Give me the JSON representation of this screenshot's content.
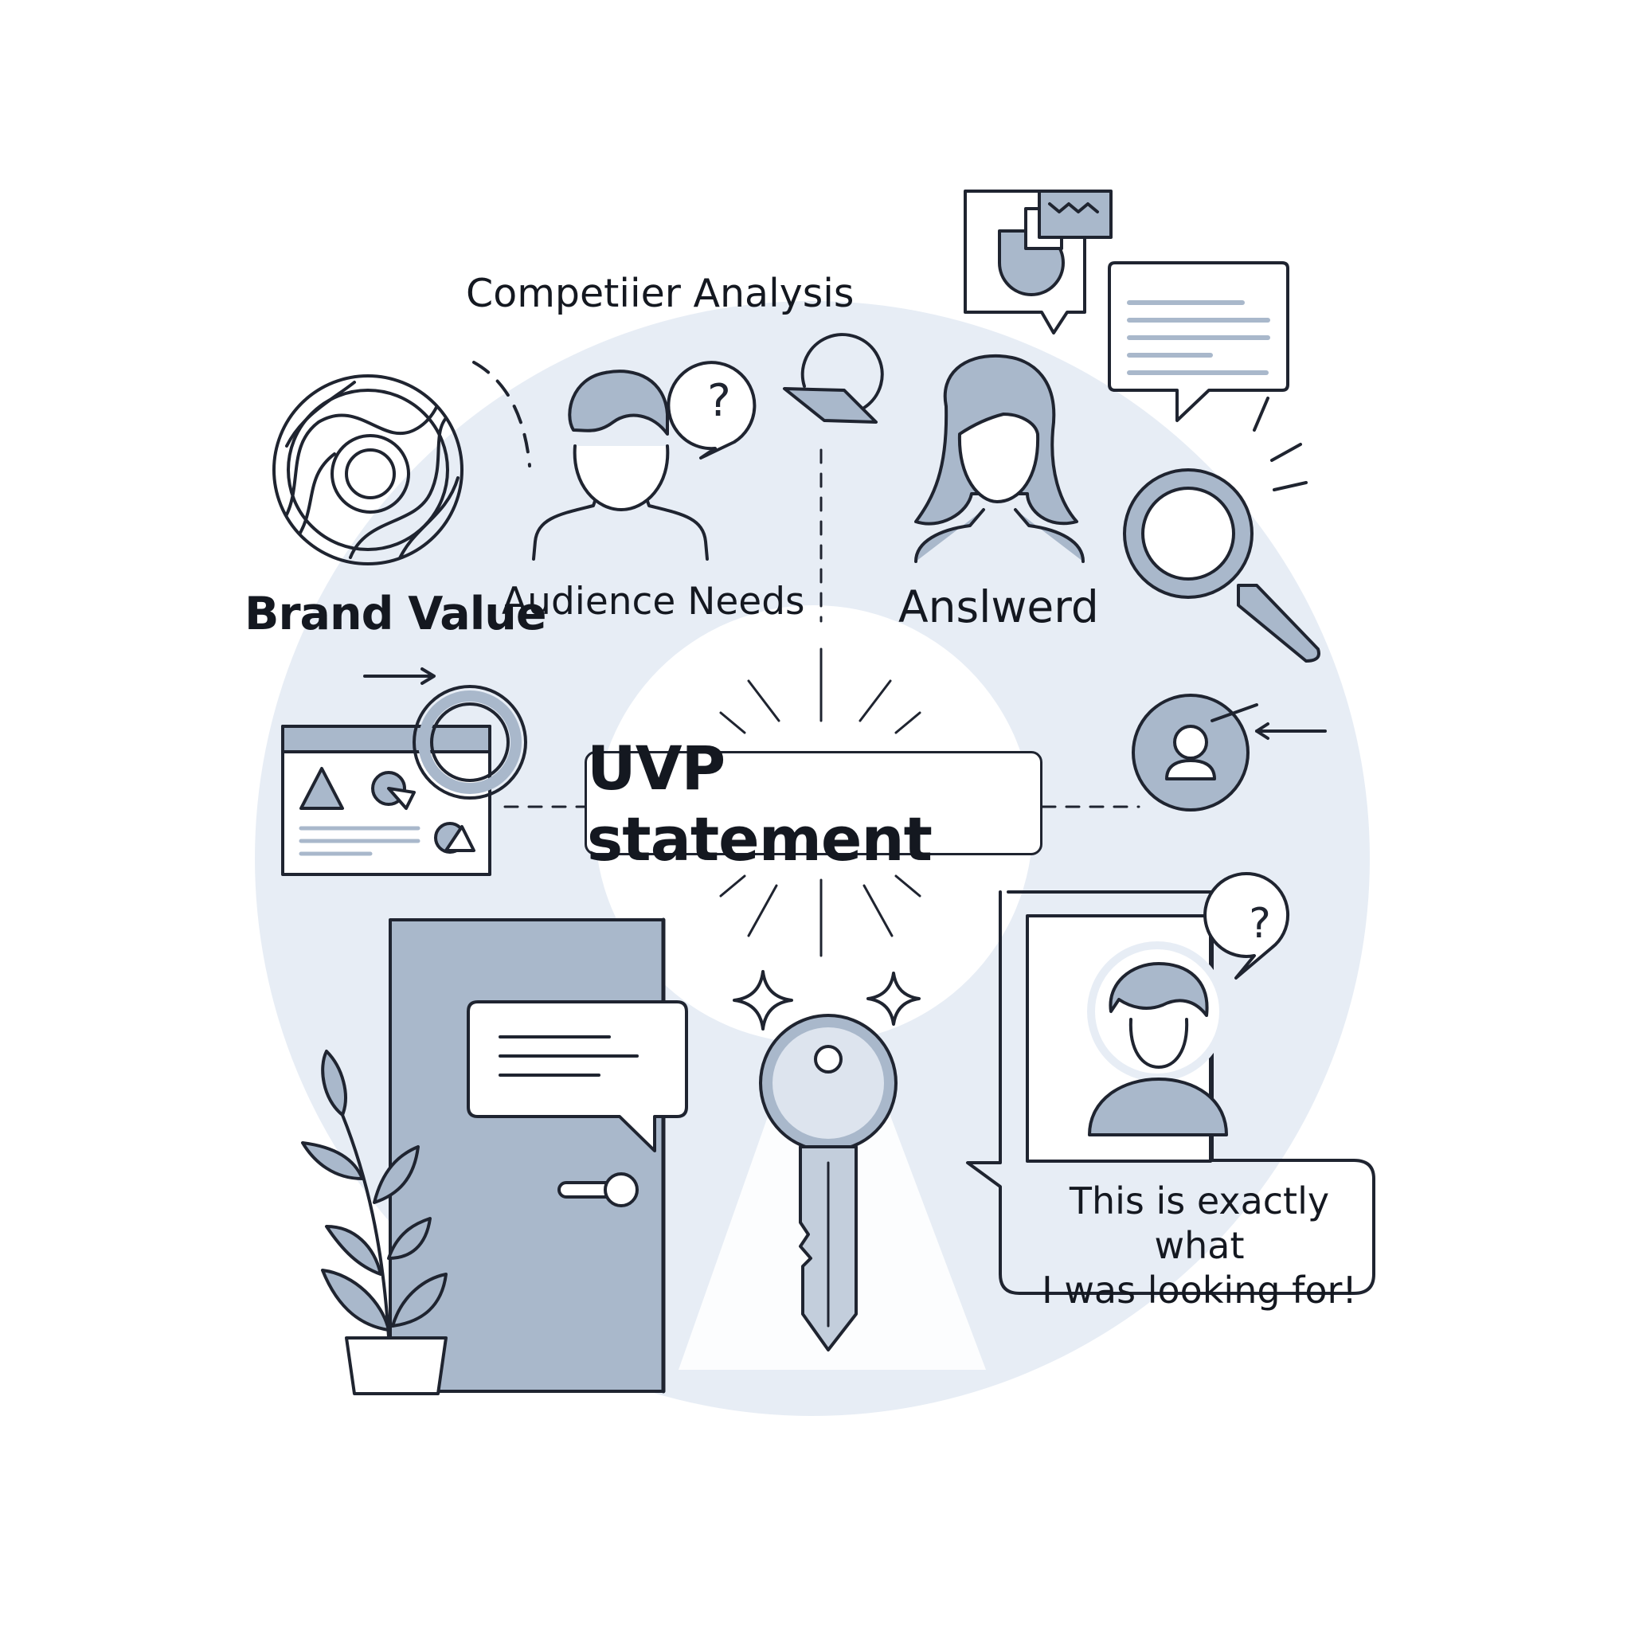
{
  "labels": {
    "competitor_analysis": "Competiier Analysis",
    "brand_value": "Brand Value",
    "audience_needs": "Audience Needs",
    "answered": "Anslwerd",
    "uvp": "UVP statement",
    "quote_line1": "This is exactly what",
    "quote_line2": "I was looking for!"
  },
  "glyphs": {
    "question_mark": "?"
  },
  "colors": {
    "stroke": "#1f2430",
    "fill_blue": "#a9b8cb",
    "fill_light": "#e7edf5",
    "background": "#ffffff"
  },
  "icons": [
    "target-icon",
    "man-avatar-icon",
    "question-bubble-icon",
    "woman-avatar-icon",
    "chart-bubble-icon",
    "text-bubble-icon",
    "magnifier-icon",
    "browser-window-icon",
    "user-circle-icon",
    "door-icon",
    "chat-bubble-icon",
    "plant-icon",
    "key-icon",
    "sparkle-icon",
    "profile-card-icon"
  ]
}
